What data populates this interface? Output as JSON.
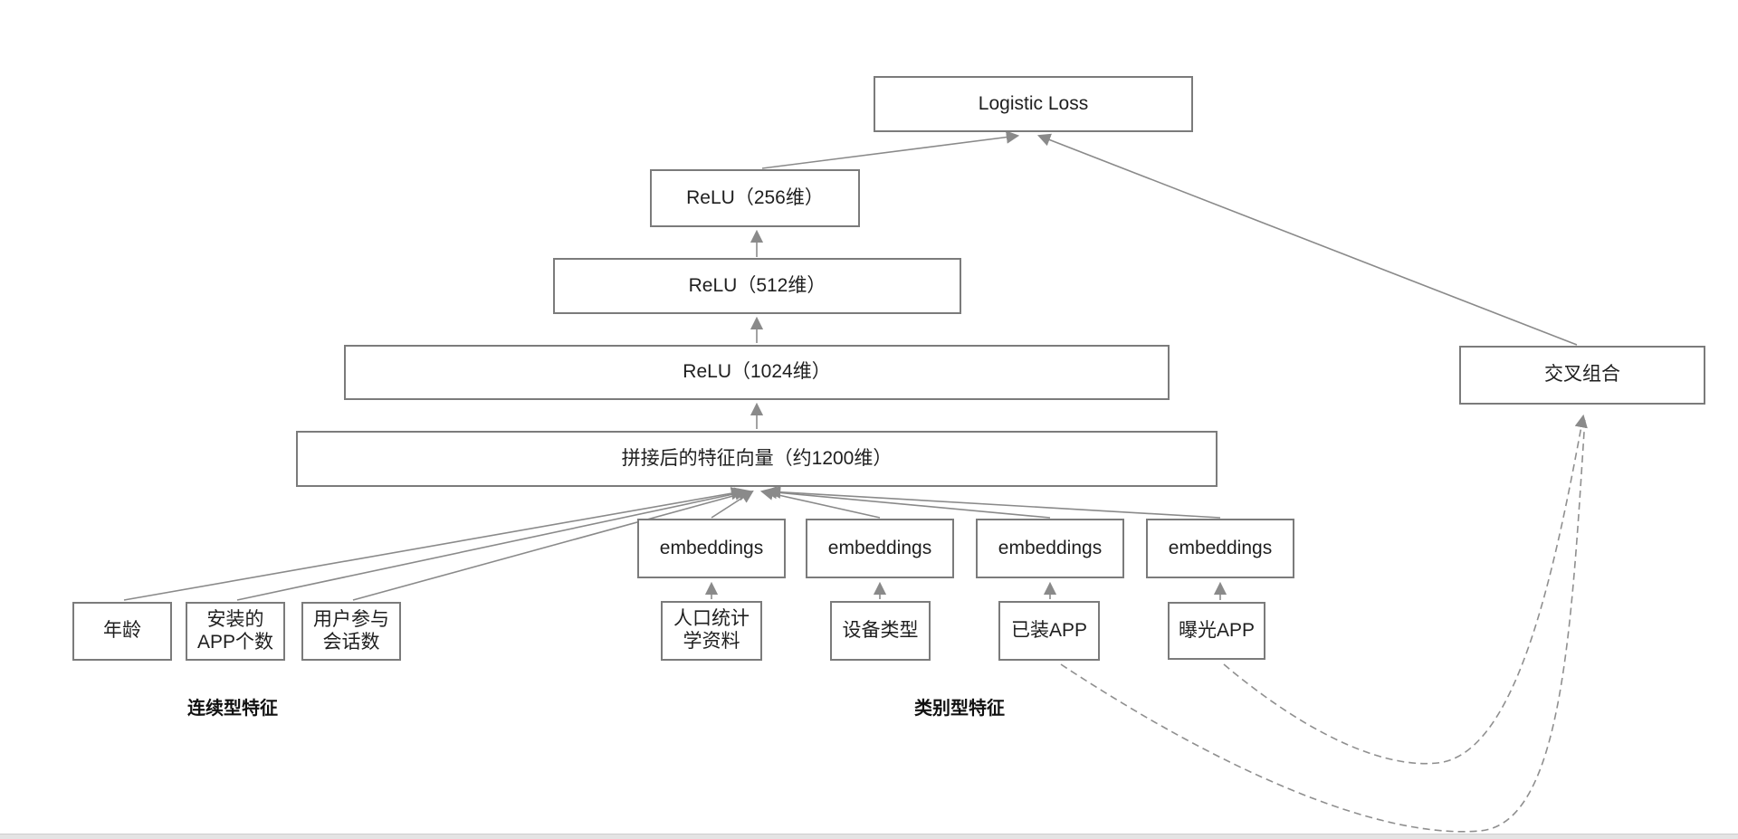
{
  "diagram": {
    "nodes": {
      "logistic_loss": "Logistic Loss",
      "relu_256": "ReLU（256维）",
      "relu_512": "ReLU（512维）",
      "relu_1024": "ReLU（1024维）",
      "concat_vector": "拼接后的特征向量（约1200维）",
      "cross_product": "交叉组合",
      "embedding_1": "embeddings",
      "embedding_2": "embeddings",
      "embedding_3": "embeddings",
      "embedding_4": "embeddings",
      "feature_age": "年龄",
      "feature_installed_count": "安装的\nAPP个数",
      "feature_sessions": "用户参与\n会话数",
      "feature_demographics": "人口统计\n学资料",
      "feature_device_type": "设备类型",
      "feature_installed_apps": "已装APP",
      "feature_impression_apps": "曝光APP"
    },
    "group_labels": {
      "continuous": "连续型特征",
      "categorical": "类别型特征"
    },
    "colors": {
      "box_border": "#7b7b7b",
      "connector": "#8a8a8a",
      "text": "#1f1f1f",
      "bottom_bar": "#e4e4e4"
    }
  }
}
